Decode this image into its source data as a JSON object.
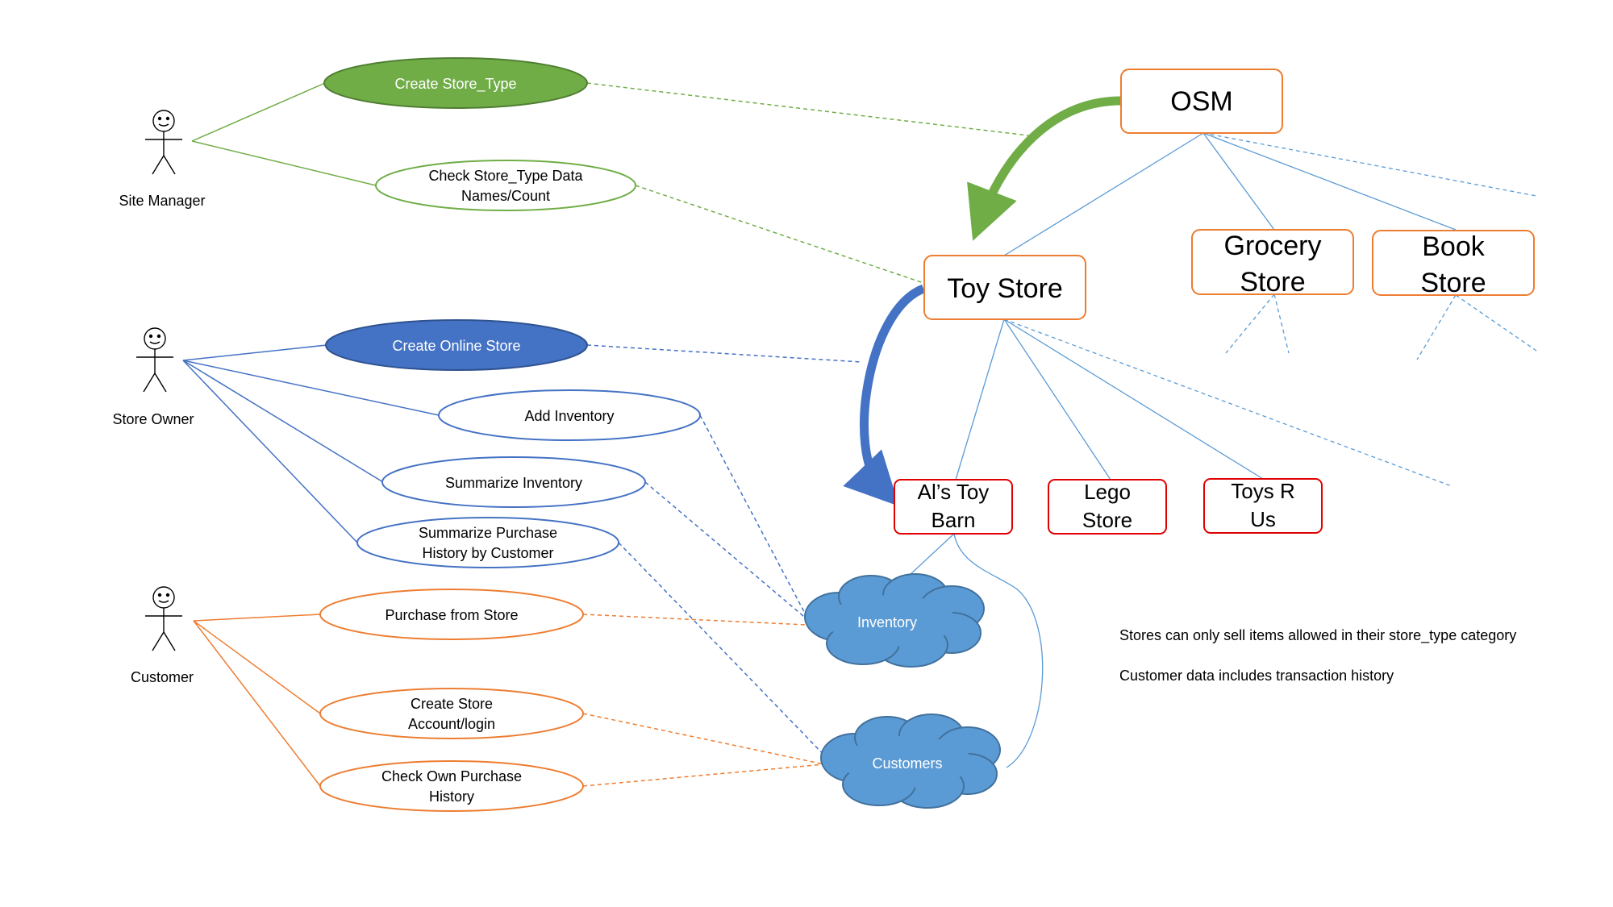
{
  "actors": {
    "site_manager": "Site Manager",
    "store_owner": "Store Owner",
    "customer": "Customer"
  },
  "use_cases": {
    "create_store_type": "Create Store_Type",
    "check_store_type": [
      "Check Store_Type Data",
      "Names/Count"
    ],
    "create_online_store": "Create Online Store",
    "add_inventory": "Add Inventory",
    "summarize_inventory": "Summarize Inventory",
    "summarize_purchase": [
      "Summarize Purchase",
      "History by Customer"
    ],
    "purchase_from_store": "Purchase from Store",
    "create_account": [
      "Create Store",
      "Account/login"
    ],
    "check_purchase": [
      "Check Own Purchase",
      "History"
    ]
  },
  "nodes": {
    "osm": "OSM",
    "toy_store": "Toy Store",
    "grocery_store": [
      "Grocery",
      "Store"
    ],
    "book_store": [
      "Book",
      "Store"
    ],
    "als_toy_barn": [
      "Al’s Toy",
      "Barn"
    ],
    "lego_store": [
      "Lego",
      "Store"
    ],
    "toys_r_us": [
      "Toys R",
      "Us"
    ]
  },
  "data_stores": {
    "inventory": "Inventory",
    "customers": "Customers"
  },
  "notes": {
    "note1": "Stores can only sell items allowed in their store_type category",
    "note2": "Customer data includes transaction history"
  },
  "colors": {
    "green": "#70AD47",
    "blue": "#4472C4",
    "orange": "#ED7D31",
    "red": "#E00000",
    "light_blue": "#5B9BD5",
    "cloud_fill": "#5B9BD5"
  }
}
